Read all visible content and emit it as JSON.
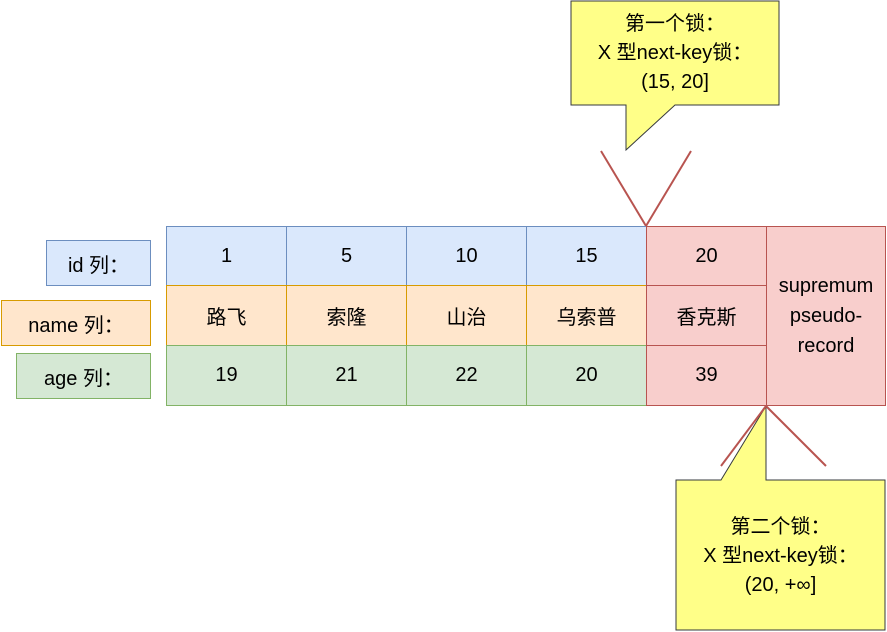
{
  "row_labels": {
    "id": "id 列：",
    "name": "name 列：",
    "age": "age 列："
  },
  "records": [
    {
      "id": "1",
      "name": "路飞",
      "age": "19"
    },
    {
      "id": "5",
      "name": "索隆",
      "age": "21"
    },
    {
      "id": "10",
      "name": "山治",
      "age": "22"
    },
    {
      "id": "15",
      "name": "乌索普",
      "age": "20"
    },
    {
      "id": "20",
      "name": "香克斯",
      "age": "39"
    }
  ],
  "supremum": {
    "line1": "supremum",
    "line2": "pseudo-",
    "line3": "record"
  },
  "callouts": [
    {
      "line1": "第一个锁：",
      "line2": "X 型next-key锁：",
      "line3": "(15, 20]"
    },
    {
      "line1": "第二个锁：",
      "line2": "X 型next-key锁：",
      "line3": "(20, +∞]"
    }
  ],
  "colors": {
    "id_fill": "#dae8fc",
    "id_stroke": "#6c8ebf",
    "name_fill": "#ffe6cc",
    "name_stroke": "#d79b00",
    "age_fill": "#d5e8d4",
    "age_stroke": "#82b366",
    "lock_fill": "#f8cecc",
    "lock_stroke": "#b85450",
    "callout_fill": "#ffff88",
    "callout_stroke": "#36393d"
  }
}
